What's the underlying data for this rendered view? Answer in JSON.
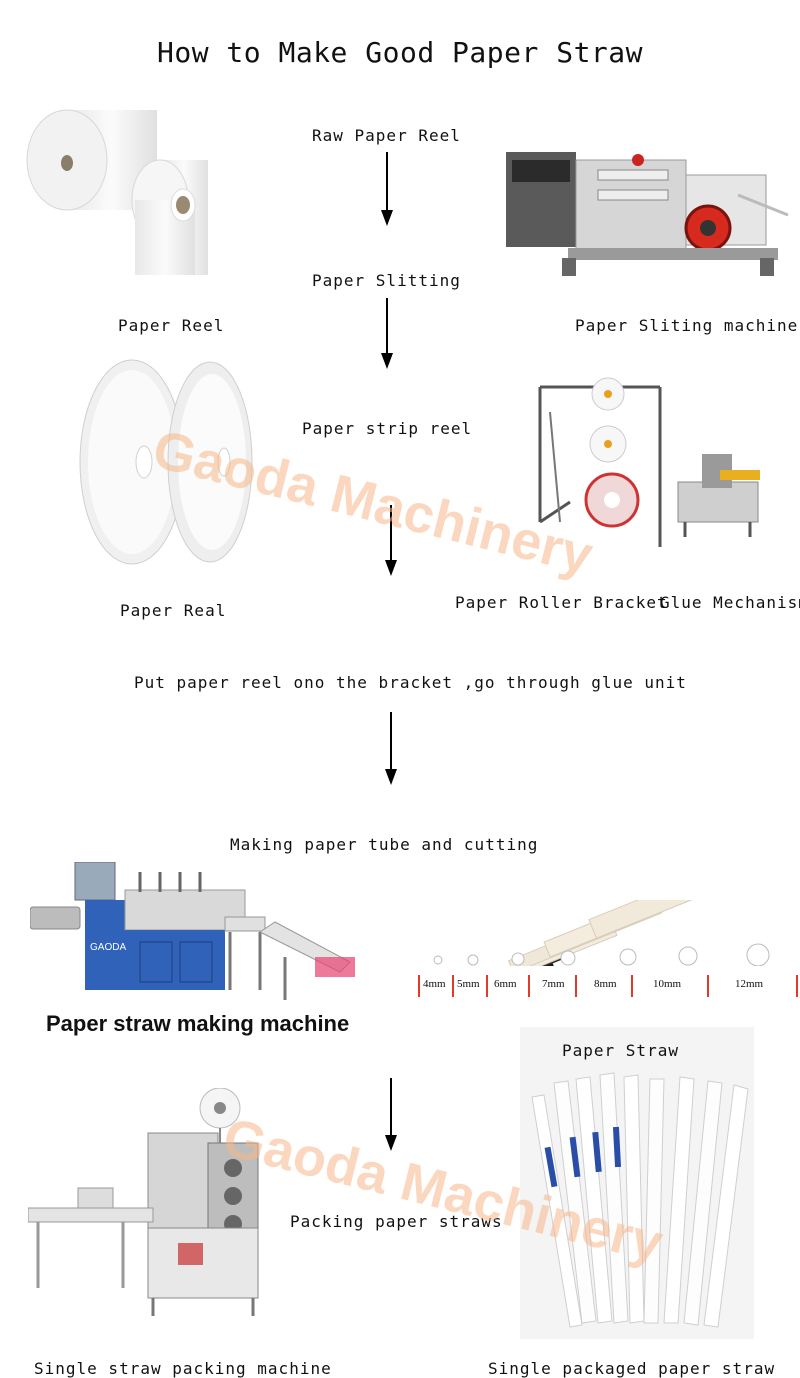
{
  "title": "How to Make Good Paper Straw",
  "steps": {
    "raw_paper_reel": "Raw Paper Reel",
    "paper_slitting": "Paper Slitting",
    "paper_strip_reel": "Paper strip reel",
    "put_reel": "Put paper reel ono the bracket ,go through glue unit",
    "making_tube": "Making paper tube and cutting",
    "packing": "Packing paper straws"
  },
  "captions": {
    "paper_reel": "Paper Reel",
    "slitting_machine": "Paper Sliting machine",
    "paper_real": "Paper Real",
    "roller_bracket": "Paper Roller Bracket",
    "glue_mechanism": "Glue Mechanism",
    "straw_machine": "Paper straw making machine",
    "paper_straw": "Paper Straw",
    "packing_machine": "Single straw packing machine",
    "packaged_straw": "Single packaged paper straw"
  },
  "machine_brand": "GAODA",
  "straw_sizes": [
    "4mm",
    "5mm",
    "6mm",
    "7mm",
    "8mm",
    "10mm",
    "12mm"
  ],
  "watermark": "Gaoda Machinery",
  "colors": {
    "watermark": "#f6b889",
    "ruler_tick": "#e23a2a",
    "machine_blue": "#2f62b8"
  }
}
